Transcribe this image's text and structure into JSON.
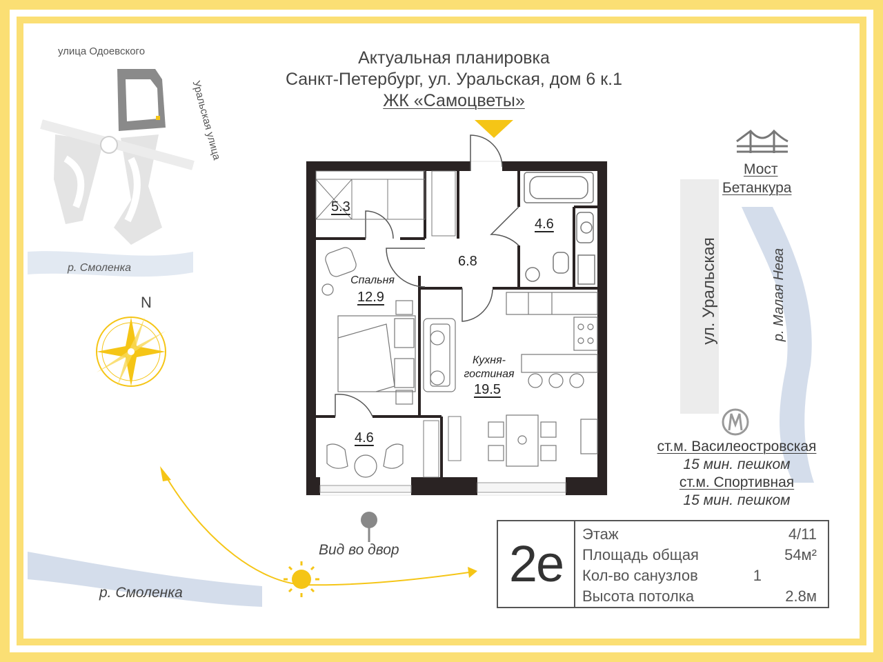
{
  "header": {
    "line1": "Актуальная планировка",
    "line2": "Санкт-Петербург, ул. Уральская, дом 6 к.1",
    "line3": "ЖК «Самоцветы»"
  },
  "map": {
    "street_top": "улица Одоевского",
    "street_side": "Уральская улица",
    "river_top": "р. Смоленка",
    "north": "N",
    "river_bottom": "р. Смоленка",
    "view_label": "Вид во двор",
    "street_right": "ул. Уральская",
    "river_right": "р. Малая Нева",
    "bridge_line1": "Мост",
    "bridge_line2": "Бетанкура"
  },
  "metro": {
    "station1": "ст.м. Василеостровская",
    "time1": "15 мин. пешком",
    "station2": "ст.м. Спортивная",
    "time2": "15 мин. пешком"
  },
  "rooms": {
    "r1": "5.3",
    "r2": "4.6",
    "r3": "6.8",
    "bedroom_name": "Спальня",
    "bedroom_area": "12.9",
    "kitchen_name1": "Кухня-",
    "kitchen_name2": "гостиная",
    "kitchen_area": "19.5",
    "balcony_area": "4.6"
  },
  "info": {
    "code": "2e",
    "floor_label": "Этаж",
    "floor_value": "4/11",
    "area_label": "Площадь общая",
    "area_value": "54м²",
    "bath_label": "Кол-во санузлов",
    "bath_value": "1",
    "height_label": "Высота потолка",
    "height_value": "2.8м"
  },
  "colors": {
    "frame": "#fbdf74",
    "accent": "#f5c516",
    "wall": "#2a2323",
    "water": "#c9d5e6"
  }
}
